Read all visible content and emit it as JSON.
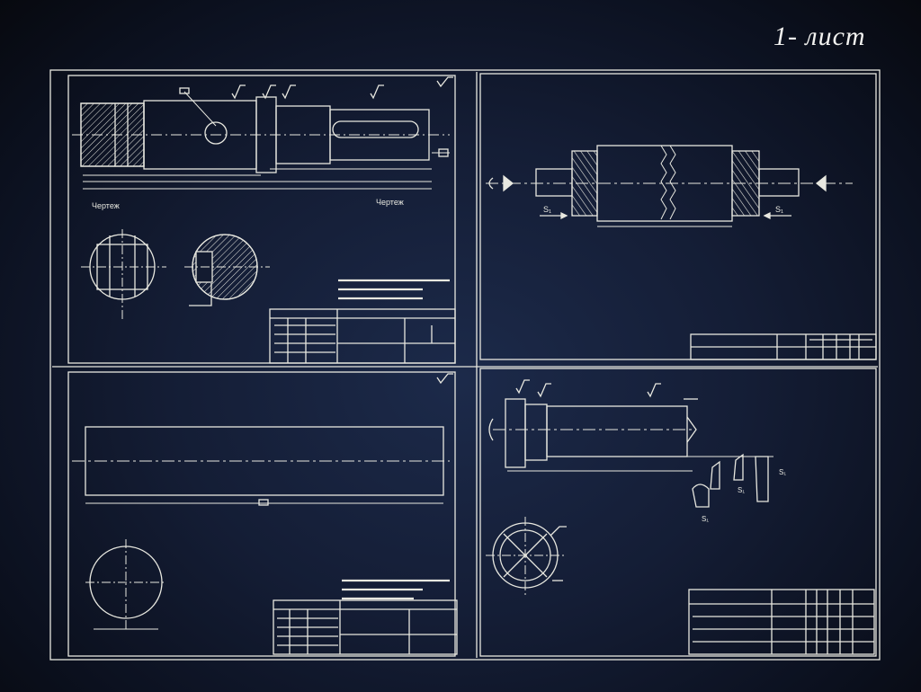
{
  "sheet": {
    "title": "1- лист",
    "colors": {
      "background": "#131b30",
      "line": "#e8e8e0"
    }
  },
  "panels": [
    {
      "id": "panel-top-left",
      "view_labels": [
        "Чертеж",
        "Чертеж"
      ]
    },
    {
      "id": "panel-top-right",
      "feed_labels": [
        "S₁",
        "S₁"
      ]
    },
    {
      "id": "panel-bottom-left"
    },
    {
      "id": "panel-bottom-right",
      "feed_labels": [
        "S₁",
        "S₁",
        "S₁"
      ]
    }
  ]
}
